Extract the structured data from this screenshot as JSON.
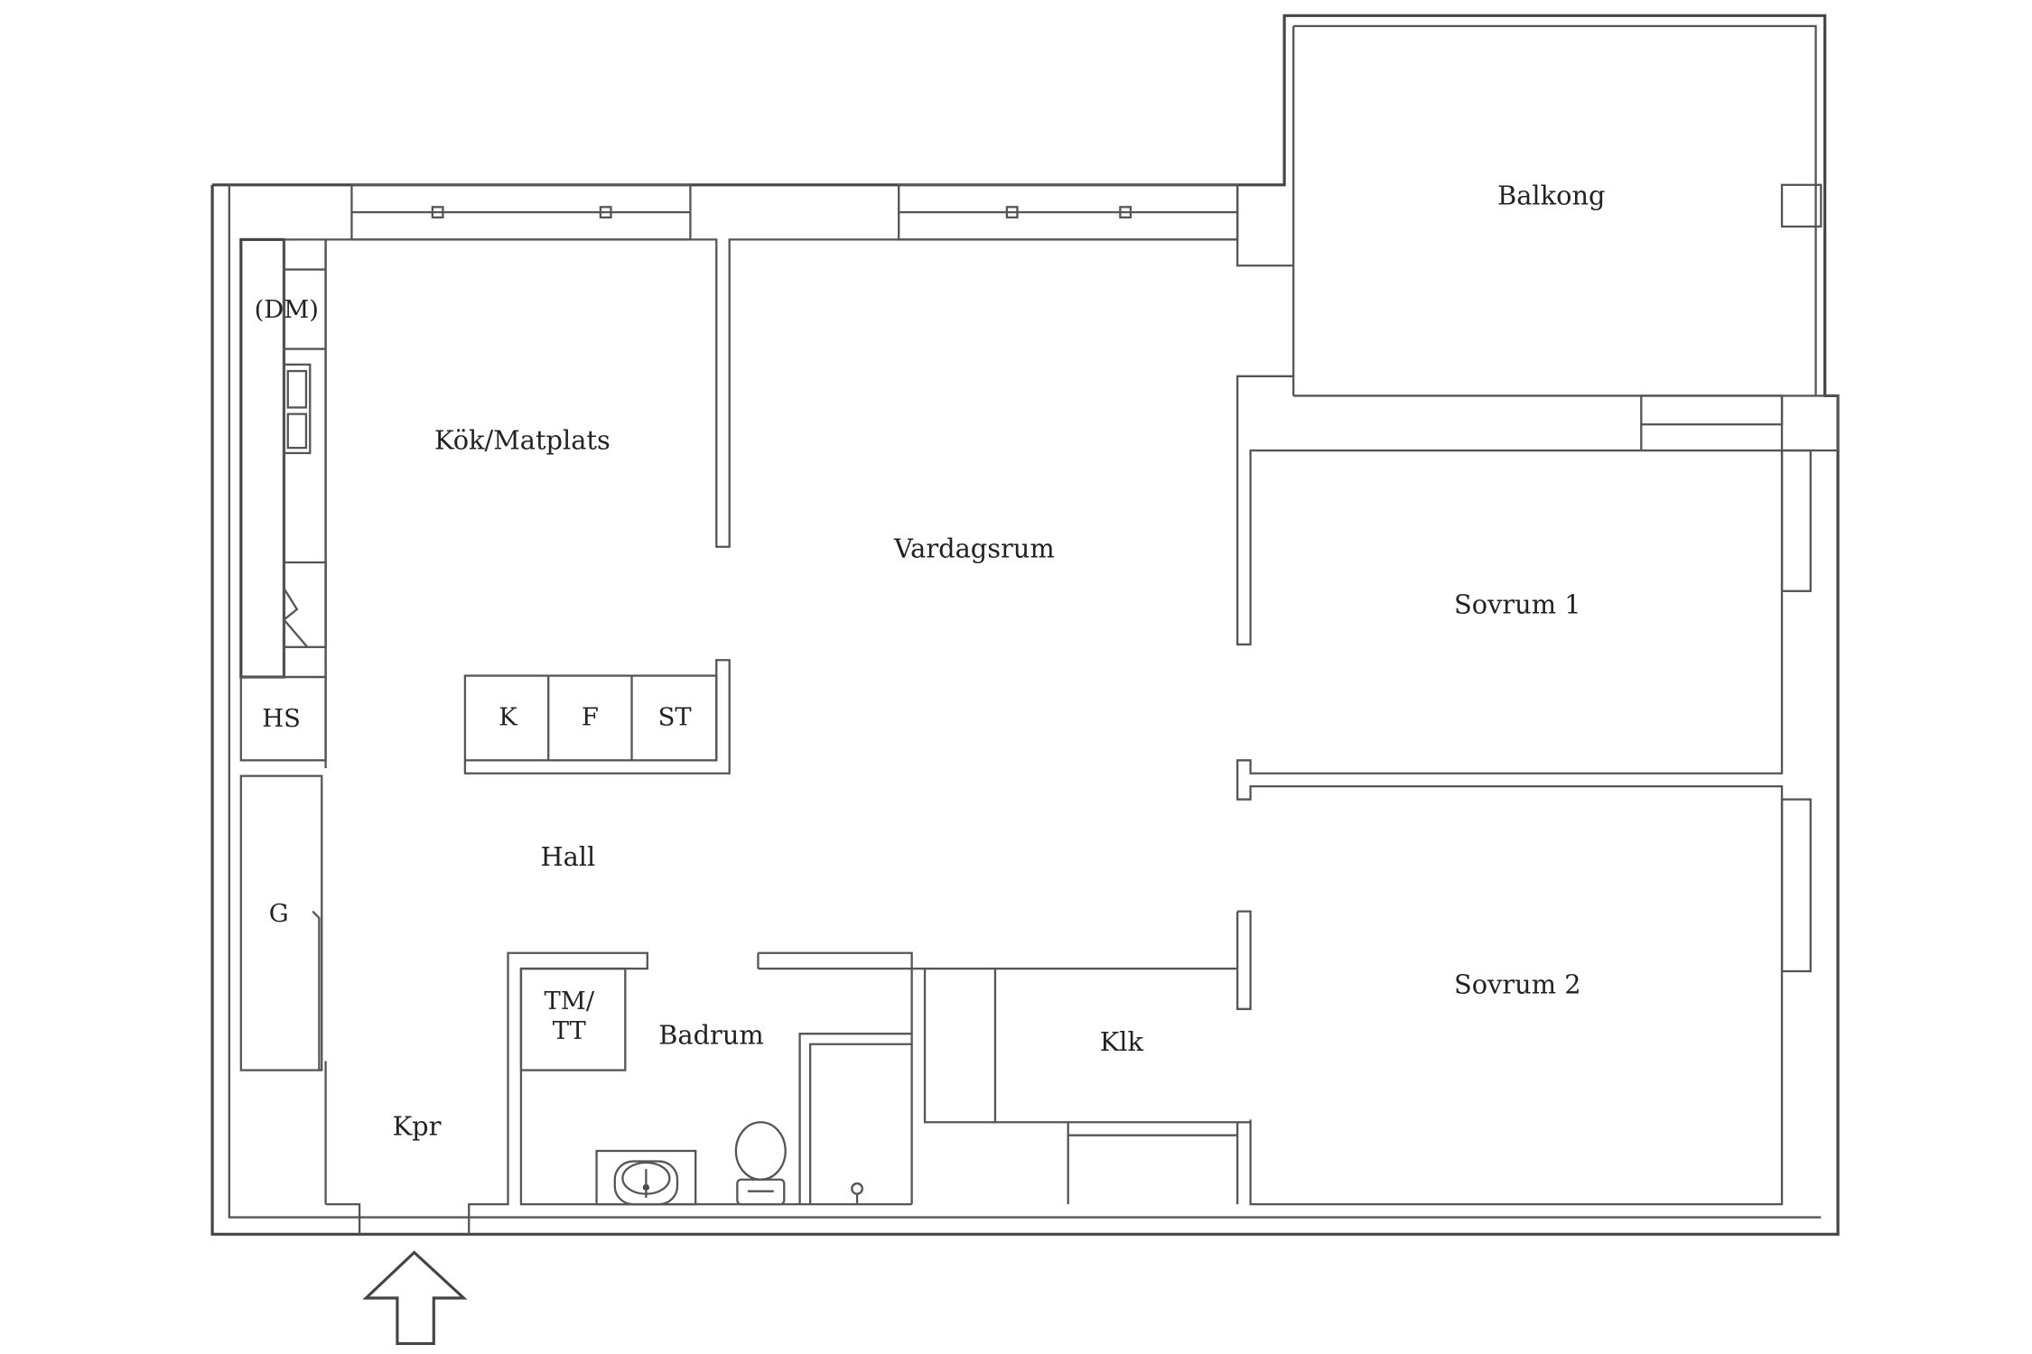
{
  "rooms": {
    "balkong": "Balkong",
    "kok": "Kök/Matplats",
    "vardagsrum": "Vardagsrum",
    "sovrum1": "Sovrum 1",
    "sovrum2": "Sovrum 2",
    "hall": "Hall",
    "badrum": "Badrum",
    "klk": "Klk",
    "kpr": "Kpr"
  },
  "fixtures": {
    "dm": "(DM)",
    "hs": "HS",
    "g": "G",
    "k": "K",
    "f": "F",
    "st": "ST",
    "tm_line1": "TM/",
    "tm_line2": "TT"
  },
  "colors": {
    "line": "#444444",
    "background": "#ffffff"
  }
}
